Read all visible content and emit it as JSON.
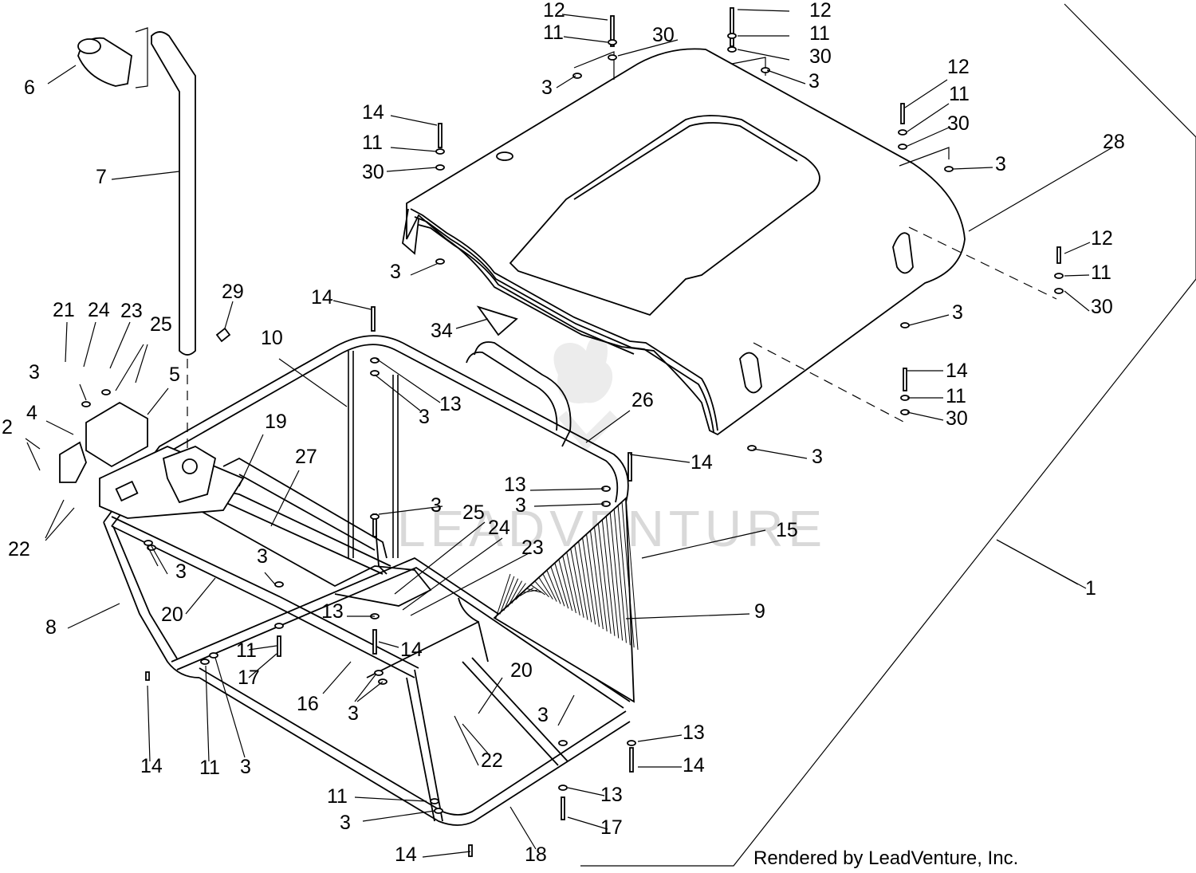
{
  "callouts": {
    "c1": "1",
    "c2": "2",
    "c3": "3",
    "c4": "4",
    "c5": "5",
    "c6": "6",
    "c7": "7",
    "c8": "8",
    "c9": "9",
    "c10": "10",
    "c11": "11",
    "c12": "12",
    "c13": "13",
    "c14": "14",
    "c15": "15",
    "c16": "16",
    "c17": "17",
    "c18": "18",
    "c19": "19",
    "c20": "20",
    "c21": "21",
    "c22": "22",
    "c23": "23",
    "c24": "24",
    "c25": "25",
    "c26": "26",
    "c27": "27",
    "c28": "28",
    "c29": "29",
    "c30": "30",
    "c34": "34"
  },
  "credit": "Rendered by LeadVenture, Inc.",
  "watermark": "LEADVENTURE"
}
